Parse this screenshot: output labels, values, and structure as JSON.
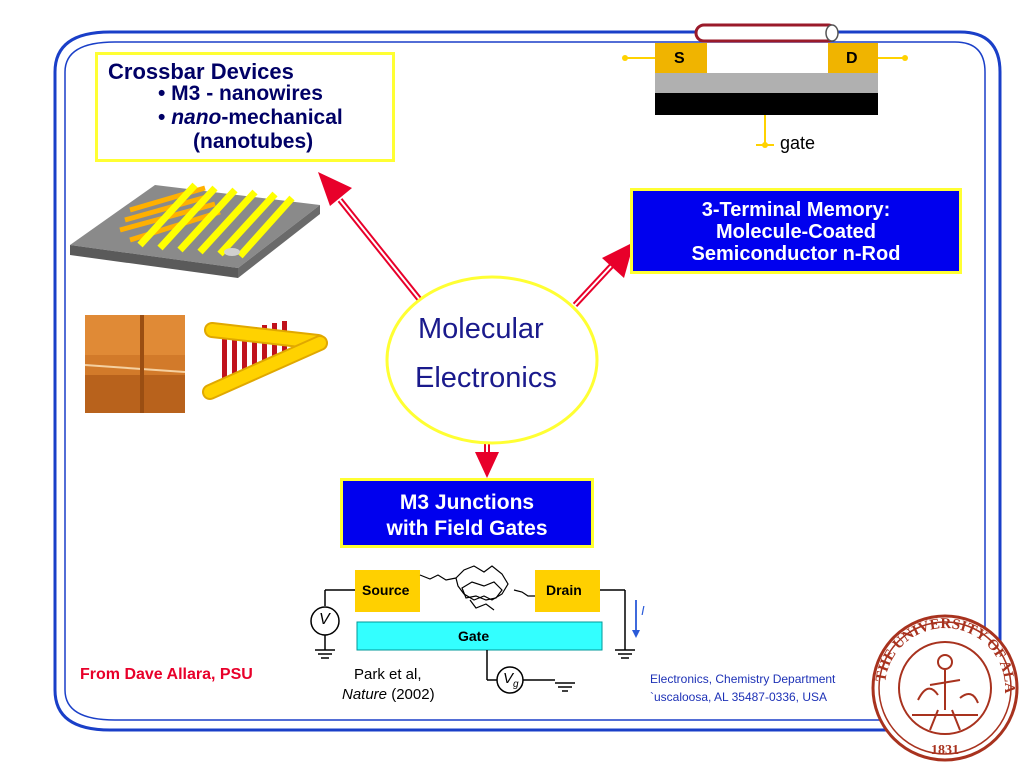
{
  "crossbar": {
    "title": "Crossbar Devices",
    "item1": "• M3 - nanowires",
    "item2_prefix": "• ",
    "item2_italic": "nano",
    "item2_rest": "-mechanical",
    "item3": "(nanotubes)"
  },
  "transistor": {
    "source_label": "S",
    "drain_label": "D",
    "gate_label": "gate"
  },
  "memory": {
    "line1": "3-Terminal Memory:",
    "line2": "Molecule-Coated",
    "line3": "Semiconductor n-Rod"
  },
  "center": {
    "line1": "Molecular",
    "line2": "Electronics"
  },
  "junctions": {
    "line1": "M3 Junctions",
    "line2": "with Field Gates"
  },
  "circuit": {
    "source": "Source",
    "drain": "Drain",
    "gate": "Gate",
    "voltmeter": "V",
    "gate_voltage": "V",
    "gate_voltage_sub": "g",
    "current": "I"
  },
  "credit": "From Dave Allara, PSU",
  "citation": {
    "line1": "Park et al,",
    "journal": "Nature",
    "year": " (2002)"
  },
  "department": {
    "line1": "Electronics, Chemistry Department",
    "line2": "`uscaloosa, AL 35487-0336, USA"
  },
  "seal": {
    "text_top": "THE UNIVERSITY OF ALABAMA",
    "year": "1831"
  },
  "colors": {
    "frame_blue": "#1a3fc8",
    "arrow_red": "#e8002a",
    "highlight_yellow": "#ffff33",
    "box_blue": "#0000ee",
    "seal_red": "#a8321e"
  }
}
